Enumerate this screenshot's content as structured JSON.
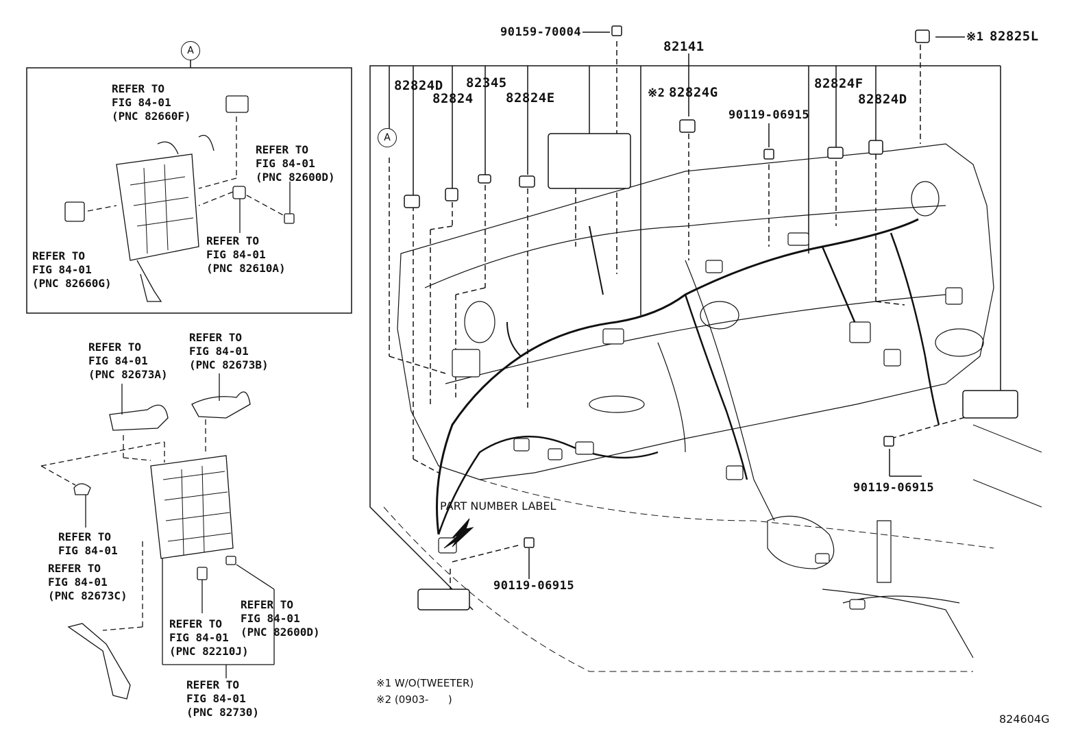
{
  "callouts": {
    "detail_marker": "A",
    "main_marker": "A"
  },
  "detail_box": {
    "ref_82660f": {
      "line1": "REFER TO",
      "line2": "FIG 84-01",
      "line3": "(PNC 82660F)"
    },
    "ref_82600d": {
      "line1": "REFER TO",
      "line2": "FIG 84-01",
      "line3": "(PNC 82600D)"
    },
    "ref_82610a": {
      "line1": "REFER TO",
      "line2": "FIG 84-01",
      "line3": "(PNC 82610A)"
    },
    "ref_82660g": {
      "line1": "REFER TO",
      "line2": "FIG 84-01",
      "line3": "(PNC 82660G)"
    }
  },
  "lower_left": {
    "ref_82673a": {
      "line1": "REFER TO",
      "line2": "FIG 84-01",
      "line3": "(PNC 82673A)"
    },
    "ref_82673b": {
      "line1": "REFER TO",
      "line2": "FIG 84-01",
      "line3": "(PNC 82673B)"
    },
    "ref_clip": {
      "line1": "REFER TO",
      "line2": "FIG 84-01"
    },
    "ref_82673c": {
      "line1": "REFER TO",
      "line2": "FIG 84-01",
      "line3": "(PNC 82673C)"
    },
    "ref_82600d": {
      "line1": "REFER TO",
      "line2": "FIG 84-01",
      "line3": "(PNC 82600D)"
    },
    "ref_82210j": {
      "line1": "REFER TO",
      "line2": "FIG 84-01",
      "line3": "(PNC 82210J)"
    },
    "ref_82730": {
      "line1": "REFER TO",
      "line2": "FIG 84-01",
      "line3": "(PNC 82730)"
    }
  },
  "parts": {
    "p90159": "90159-70004",
    "p82141": "82141",
    "p82825l_mark": "※1",
    "p82825l": "82825L",
    "p82824d_left": "82824D",
    "p82345": "82345",
    "p82824": "82824",
    "p82824e": "82824E",
    "p82824g_mark": "※2",
    "p82824g": "82824G",
    "p90119_top": "90119-06915",
    "p82824f": "82824F",
    "p82824d_right": "82824D",
    "p90119_right": "90119-06915",
    "p90119_bottom": "90119-06915"
  },
  "part_number_label": "PART NUMBER LABEL",
  "notes": {
    "note1": "※1 W/O(TWEETER)",
    "note2": "※2 (0903-      )"
  },
  "figure_id": "824604G"
}
